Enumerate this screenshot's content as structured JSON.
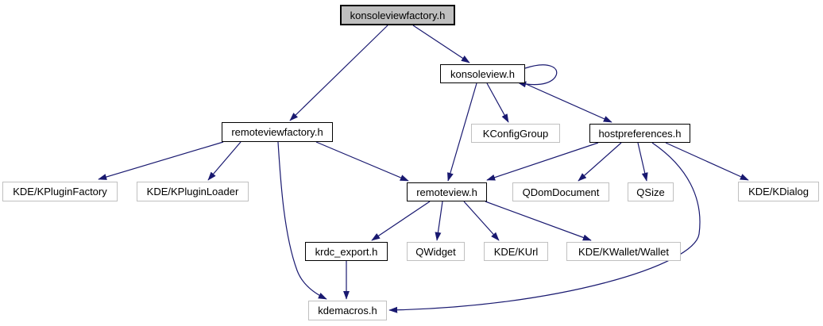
{
  "diagram": {
    "kind": "include-dependency-graph",
    "root": "konsoleviewfactory.h",
    "colors": {
      "edge": "#191970",
      "current_node_fill": "#bfbfbf",
      "internal_node_border": "#000000",
      "external_node_border": "#c0c0c0",
      "node_fill": "#ffffff",
      "text": "#000000",
      "background": "#ffffff"
    },
    "nodes": [
      {
        "id": "konsoleviewfactory",
        "label": "konsoleviewfactory.h",
        "kind": "current"
      },
      {
        "id": "konsoleview",
        "label": "konsoleview.h",
        "kind": "internal"
      },
      {
        "id": "remoteviewfactory",
        "label": "remoteviewfactory.h",
        "kind": "internal"
      },
      {
        "id": "kconfiggroup",
        "label": "KConfigGroup",
        "kind": "external"
      },
      {
        "id": "hostpreferences",
        "label": "hostpreferences.h",
        "kind": "internal"
      },
      {
        "id": "kpluginfactory",
        "label": "KDE/KPluginFactory",
        "kind": "external"
      },
      {
        "id": "kpluginloader",
        "label": "KDE/KPluginLoader",
        "kind": "external"
      },
      {
        "id": "remoteview",
        "label": "remoteview.h",
        "kind": "internal"
      },
      {
        "id": "qdomdocument",
        "label": "QDomDocument",
        "kind": "external"
      },
      {
        "id": "qsize",
        "label": "QSize",
        "kind": "external"
      },
      {
        "id": "kdialog",
        "label": "KDE/KDialog",
        "kind": "external"
      },
      {
        "id": "krdc_export",
        "label": "krdc_export.h",
        "kind": "internal"
      },
      {
        "id": "qwidget",
        "label": "QWidget",
        "kind": "external"
      },
      {
        "id": "kurl",
        "label": "KDE/KUrl",
        "kind": "external"
      },
      {
        "id": "kwallet",
        "label": "KDE/KWallet/Wallet",
        "kind": "external"
      },
      {
        "id": "kdemacros",
        "label": "kdemacros.h",
        "kind": "external"
      }
    ],
    "edges": [
      {
        "from": "konsoleviewfactory",
        "to": "konsoleview"
      },
      {
        "from": "konsoleviewfactory",
        "to": "remoteviewfactory"
      },
      {
        "from": "konsoleview",
        "to": "konsoleview"
      },
      {
        "from": "konsoleview",
        "to": "kconfiggroup"
      },
      {
        "from": "konsoleview",
        "to": "hostpreferences"
      },
      {
        "from": "konsoleview",
        "to": "remoteview"
      },
      {
        "from": "remoteviewfactory",
        "to": "kpluginfactory"
      },
      {
        "from": "remoteviewfactory",
        "to": "kpluginloader"
      },
      {
        "from": "remoteviewfactory",
        "to": "remoteview"
      },
      {
        "from": "remoteviewfactory",
        "to": "kdemacros"
      },
      {
        "from": "hostpreferences",
        "to": "remoteview"
      },
      {
        "from": "hostpreferences",
        "to": "qdomdocument"
      },
      {
        "from": "hostpreferences",
        "to": "qsize"
      },
      {
        "from": "hostpreferences",
        "to": "kdialog"
      },
      {
        "from": "hostpreferences",
        "to": "kdemacros"
      },
      {
        "from": "remoteview",
        "to": "krdc_export"
      },
      {
        "from": "remoteview",
        "to": "qwidget"
      },
      {
        "from": "remoteview",
        "to": "kurl"
      },
      {
        "from": "remoteview",
        "to": "kwallet"
      },
      {
        "from": "krdc_export",
        "to": "kdemacros"
      }
    ]
  }
}
